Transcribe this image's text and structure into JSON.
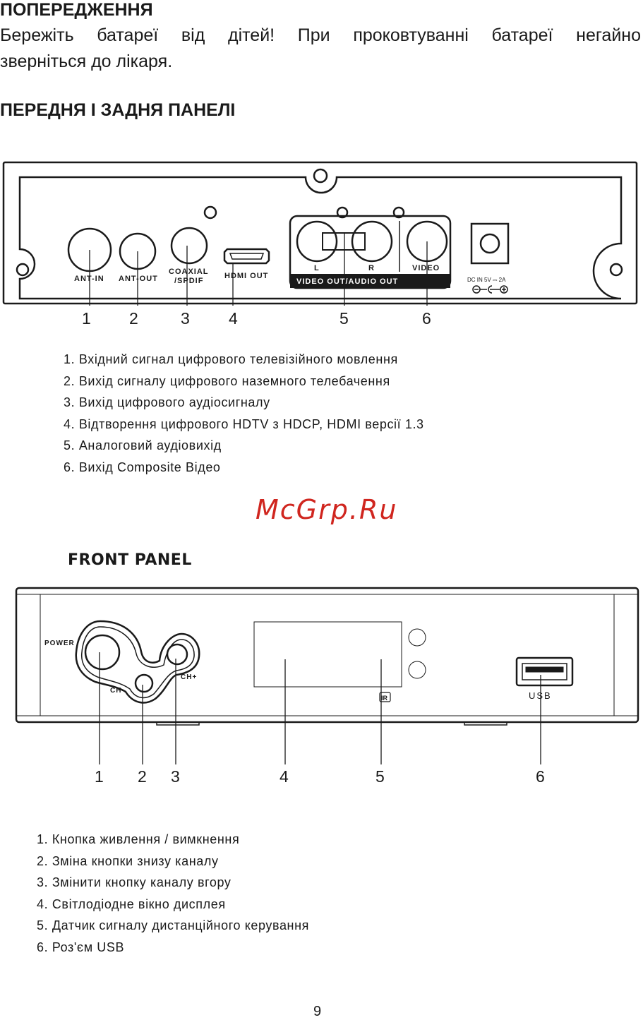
{
  "warning": {
    "title": "ПОПЕРЕДЖЕННЯ",
    "line1": "Бережіть батареї від дітей! При проковтуванні батареї негайно",
    "line2": "зверніться до лікаря."
  },
  "panels_title": "ПЕРЕДНЯ І ЗАДНЯ ПАНЕЛІ",
  "rear_panel": {
    "labels": {
      "ant_in": "ANT-IN",
      "ant_out": "ANT-OUT",
      "coaxial1": "COAXIAL",
      "coaxial2": "/SPDIF",
      "hdmi": "HDMI OUT",
      "l": "L",
      "r": "R",
      "video": "VIDEO",
      "av_bar": "VIDEO OUT/AUDIO OUT",
      "dc_in": "DC IN  5V ⎓ 2A"
    },
    "numbers": [
      "1",
      "2",
      "3",
      "4",
      "5",
      "6"
    ],
    "items": [
      "1. Вхідний сигнал цифрового телевізійного мовлення",
      "2. Вихід сигналу цифрового наземного телебачення",
      "3. Вихід цифрового аудіосигналу",
      "4. Відтворення цифрового HDTV з HDCP, HDMI версії 1.3",
      "5. Аналоговий аудіовихід",
      "6. Вихід Composite Відео"
    ]
  },
  "watermark": "McGrp.Ru",
  "front_panel": {
    "title": "FRONT PANEL",
    "labels": {
      "power": "POWER",
      "ch_minus": "CH-",
      "ch_plus": "CH+",
      "ir": "IR",
      "usb": "USB"
    },
    "numbers": [
      "1",
      "2",
      "3",
      "4",
      "5",
      "6"
    ],
    "items": [
      "1. Кнопка живлення / вимкнення",
      "2. Зміна кнопки знизу каналу",
      "3. Змінити кнопку каналу вгору",
      "4. Світлодіодне вікно дисплея",
      "5. Датчик сигналу дистанційного керування",
      "6. Роз'єм USB"
    ]
  },
  "page_number": "9"
}
